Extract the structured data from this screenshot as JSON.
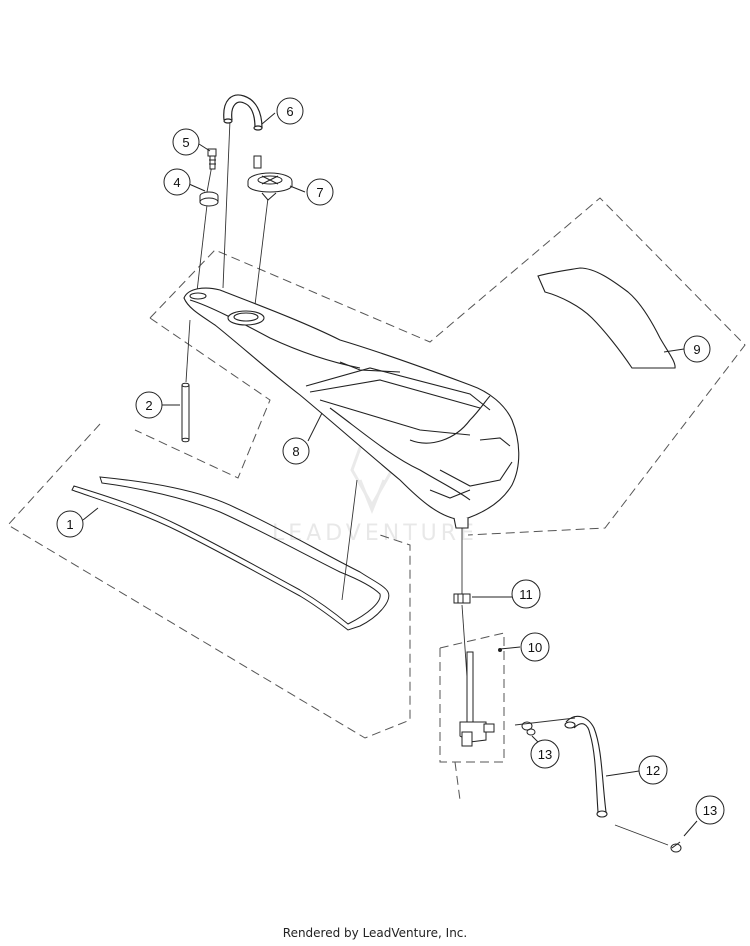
{
  "callouts": [
    {
      "label": "1"
    },
    {
      "label": "2"
    },
    {
      "label": "4"
    },
    {
      "label": "5"
    },
    {
      "label": "6"
    },
    {
      "label": "7"
    },
    {
      "label": "8"
    },
    {
      "label": "9"
    },
    {
      "label": "10"
    },
    {
      "label": "11"
    },
    {
      "label": "12"
    },
    {
      "label": "13"
    },
    {
      "label": "13"
    }
  ],
  "watermark": "LEADVENTURE",
  "footer": "Rendered by LeadVenture, Inc."
}
